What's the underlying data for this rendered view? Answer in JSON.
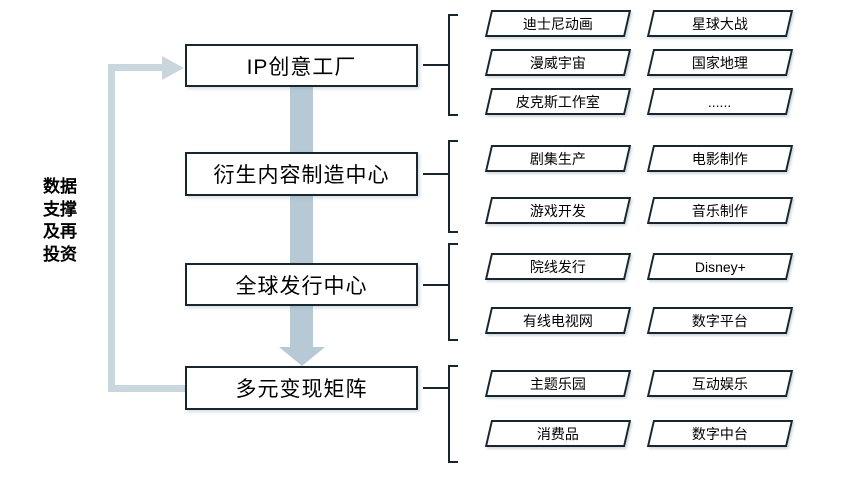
{
  "diagram": {
    "left_label": "数据\n支撑\n及再\n投资",
    "stages": [
      {
        "label": "IP创意工厂",
        "items": [
          "迪士尼动画",
          "星球大战",
          "漫威宇宙",
          "国家地理",
          "皮克斯工作室",
          "......"
        ]
      },
      {
        "label": "衍生内容制造中心",
        "items": [
          "剧集生产",
          "电影制作",
          "游戏开发",
          "音乐制作"
        ]
      },
      {
        "label": "全球发行中心",
        "items": [
          "院线发行",
          "Disney+",
          "有线电视网",
          "数字平台"
        ]
      },
      {
        "label": "多元变现矩阵",
        "items": [
          "主题乐园",
          "互动娱乐",
          "消费品",
          "数字中台"
        ]
      }
    ],
    "colors": {
      "outline": "#17262f",
      "arrow_fill": "#b6c9d4",
      "loop_fill": "#c9d6dd",
      "box_fill": "#ffffff",
      "text": "#000000"
    }
  }
}
